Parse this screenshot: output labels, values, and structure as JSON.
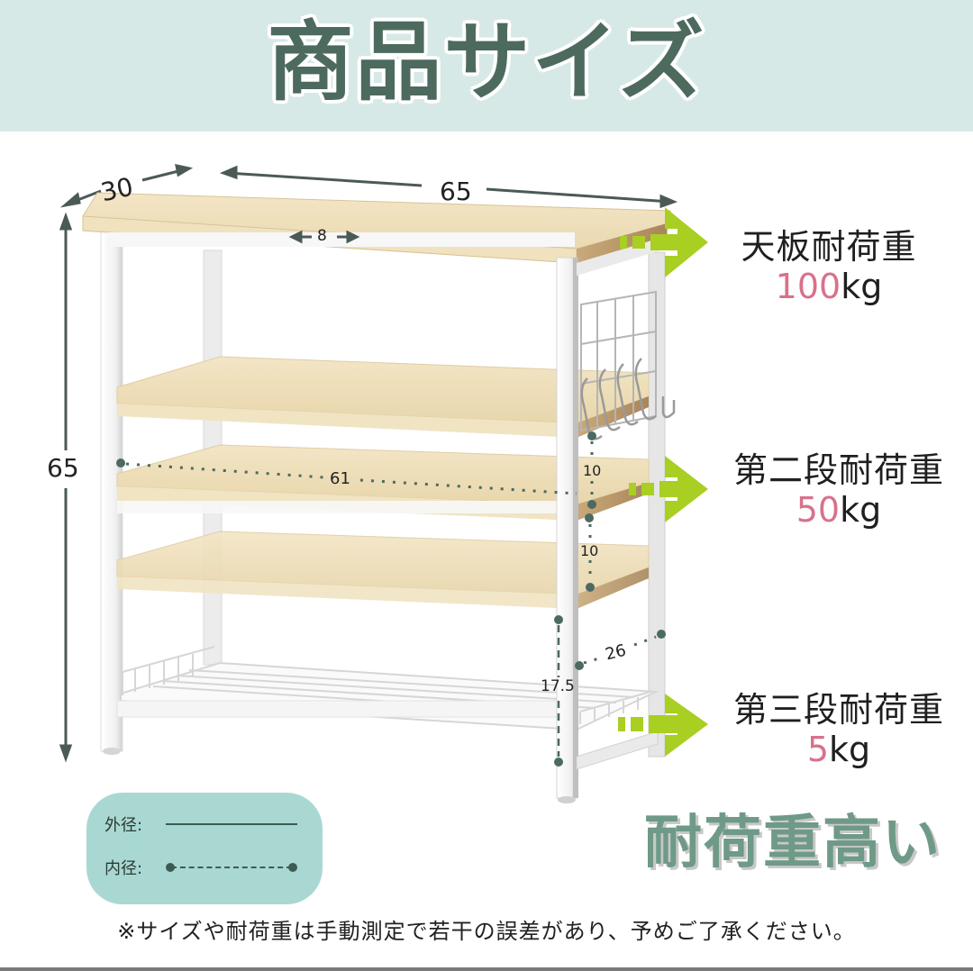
{
  "header": {
    "title": "商品サイズ",
    "background": "#d6e9e7",
    "title_color": "#4d6a5e"
  },
  "dimensions": {
    "depth": "30",
    "width": "65",
    "height": "65",
    "handle_gap": "8",
    "inner_width": "61",
    "shelf_gap_upper": "10",
    "shelf_gap_lower": "10",
    "bottom_depth": "26",
    "bottom_height": "17.5"
  },
  "load_capacity": [
    {
      "label": "天板耐荷重",
      "value": "100",
      "unit": "kg"
    },
    {
      "label": "第二段耐荷重",
      "value": "50",
      "unit": "kg"
    },
    {
      "label": "第三段耐荷重",
      "value": "5",
      "unit": "kg"
    }
  ],
  "legend": {
    "outer": "外径:",
    "inner": "内径:"
  },
  "tagline": "耐荷重高い",
  "footnote": "※サイズや耐荷重は手動測定で若干の誤差があり、予めご了承ください。",
  "colors": {
    "accent_green": "#a8cf22",
    "value_pink": "#d9718c",
    "wood": "#efe0bb",
    "frame": "#f4f4f4",
    "dim_line": "#4b5a56",
    "legend_bg": "#a9d8d2",
    "tagline": "#6e9a87"
  }
}
